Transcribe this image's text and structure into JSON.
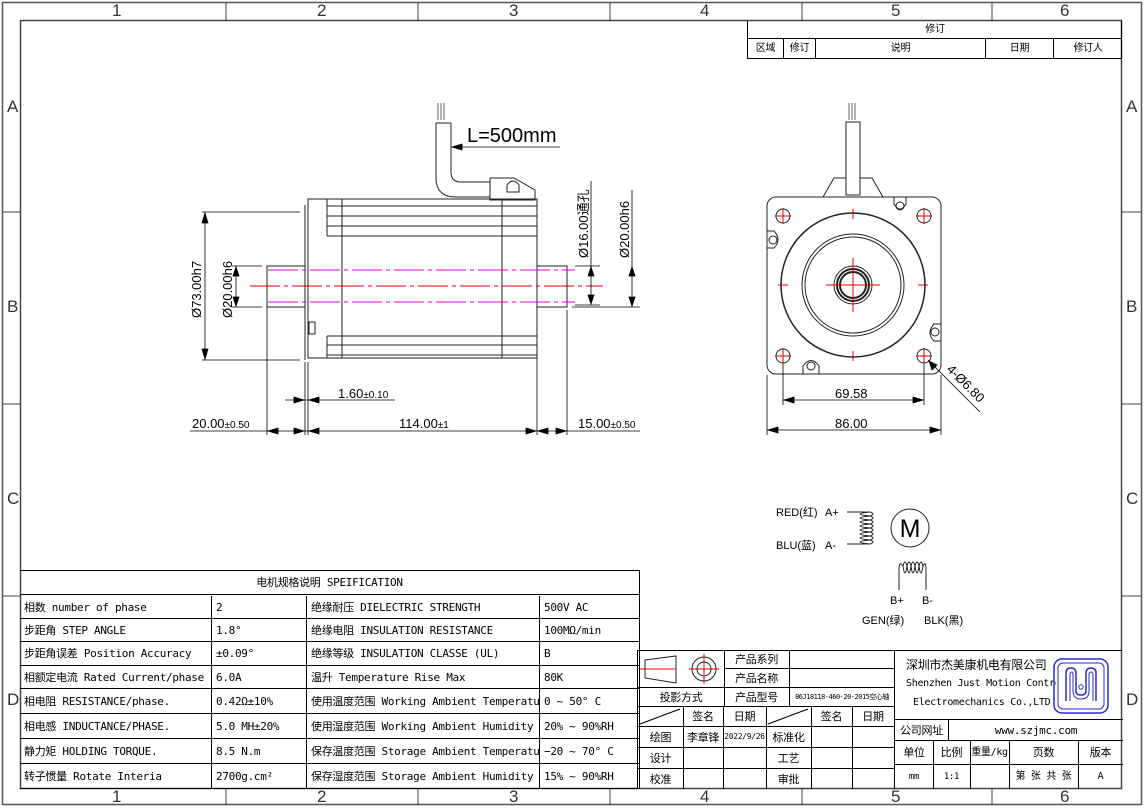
{
  "frame": {
    "col_labels": [
      "1",
      "2",
      "3",
      "4",
      "5",
      "6"
    ],
    "row_labels": [
      "A",
      "B",
      "C",
      "D"
    ]
  },
  "revision_block": {
    "title": "修订",
    "headers": [
      "区域",
      "修订",
      "说明",
      "日期",
      "修订人"
    ]
  },
  "drawing": {
    "cable_length": "L=500mm",
    "dims_side": {
      "flange_dia": "Ø73.00h7",
      "shaft_dia": "Ø20.00h6",
      "hole_dia": "Ø16.00通孔",
      "rear_shaft_dia": "Ø20.00h6",
      "flange_thickness_value": "1.60",
      "flange_thickness_tol": "±0.10",
      "front_shaft_value": "20.00",
      "front_shaft_tol": "±0.50",
      "body_length_value": "114.00",
      "body_length_tol": "±1",
      "rear_shaft_value": "15.00",
      "rear_shaft_tol": "±0.50"
    },
    "dims_front": {
      "bolt_spacing": "69.58",
      "frame_size": "86.00",
      "holes": "4-Ø6.80"
    },
    "wiring": {
      "a_plus_color": "RED(红)",
      "a_plus": "A+",
      "a_minus_color": "BLU(蓝)",
      "a_minus": "A-",
      "motor": "M",
      "b_plus": "B+",
      "b_minus": "B-",
      "b_plus_color": "GEN(绿)",
      "b_minus_color": "BLK(黑)"
    }
  },
  "spec_table": {
    "title": "电机规格说明 SPEIFICATION",
    "left": [
      {
        "label": "相数 number of phase",
        "value": "2"
      },
      {
        "label": "步距角 STEP ANGLE",
        "value": "1.8°"
      },
      {
        "label": "步距角误差 Position Accuracy",
        "value": "±0.09°"
      },
      {
        "label": "相额定电流 Rated Current/phase",
        "value": "6.0A"
      },
      {
        "label": "相电阻 RESISTANCE/phase.",
        "value": "0.42Ω±10%"
      },
      {
        "label": "相电感 INDUCTANCE/PHASE.",
        "value": "5.0 MH±20%"
      },
      {
        "label": "静力矩 HOLDING TORQUE.",
        "value": "8.5 N.m"
      },
      {
        "label": "转子惯量 Rotate Interia",
        "value": "2700g.cm²"
      }
    ],
    "right": [
      {
        "label": "绝缘耐压 DIELECTRIC STRENGTH",
        "value": "500V AC"
      },
      {
        "label": "绝缘电阻 INSULATION RESISTANCE",
        "value": "100MΩ/min"
      },
      {
        "label": "绝缘等级 INSULATION CLASSE (UL)",
        "value": "B"
      },
      {
        "label": "温升 Temperature Rise Max",
        "value": "80K"
      },
      {
        "label": "使用温度范围 Working Ambient Temperature",
        "value": "0 ~ 50° C"
      },
      {
        "label": "使用湿度范围 Working Ambient Humidity",
        "value": "20% ~ 90%RH"
      },
      {
        "label": "保存温度范围 Storage Ambient Temperature",
        "value": "−20 ~ 70° C"
      },
      {
        "label": "保存湿度范围 Storage Ambient Humidity",
        "value": "15% ~ 90%RH"
      }
    ]
  },
  "title_block": {
    "projection_label": "投影方式",
    "product_series_label": "产品系列",
    "product_series_value": "",
    "product_name_label": "产品名称",
    "product_name_value": "",
    "product_model_label": "产品型号",
    "product_model_value": "86J18118-460-20-2015空心轴",
    "sign_label": "签名",
    "date_label": "日期",
    "drawn_label": "绘图",
    "drawn_by": "李章锋",
    "drawn_date": "2022/9/26",
    "design_label": "设计",
    "check_label": "校准",
    "standard_label": "标准化",
    "process_label": "工艺",
    "approve_label": "审批",
    "company_cn": "深圳市杰美康机电有限公司",
    "company_en_1": "Shenzhen Just Motion Control",
    "company_en_2": "Electromechanics Co.,LTD",
    "website_label": "公司网址",
    "website": "www.szjmc.com",
    "unit_label": "单位",
    "scale_label": "比例",
    "weight_label": "重量/kg",
    "pages_label": "页数",
    "version_label": "版本",
    "unit": "mm",
    "scale": "1:1",
    "weight": "",
    "pages": "第 张 共 张",
    "version": "A",
    "logo_color": "#2a2ad0"
  }
}
